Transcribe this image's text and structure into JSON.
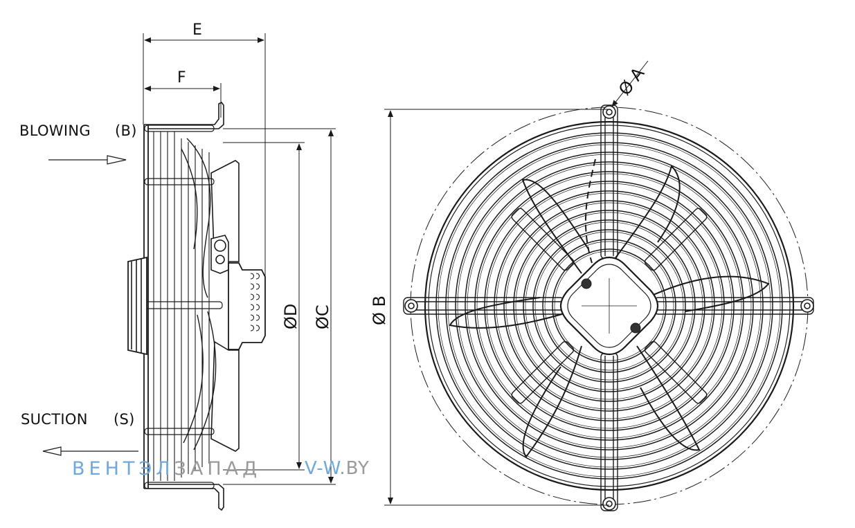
{
  "labels": {
    "blowing": "BLOWING",
    "blowing_code": "(B)",
    "suction": "SUCTION",
    "suction_code": "(S)",
    "dim_e": "E",
    "dim_f": "F",
    "dim_d": "ØD",
    "dim_c": "ØC",
    "dim_b": "Ø B",
    "dim_a": "Ø A"
  },
  "watermark": {
    "part1": "ВЕНТЭЛ",
    "part2": "ЗАПАД",
    "url_part1": "V-W",
    "url_part2": ".BY"
  },
  "colors": {
    "line": "#1a1a1a",
    "watermark_accent": "#6fa8dc",
    "watermark_gray": "#9a9a9a"
  }
}
